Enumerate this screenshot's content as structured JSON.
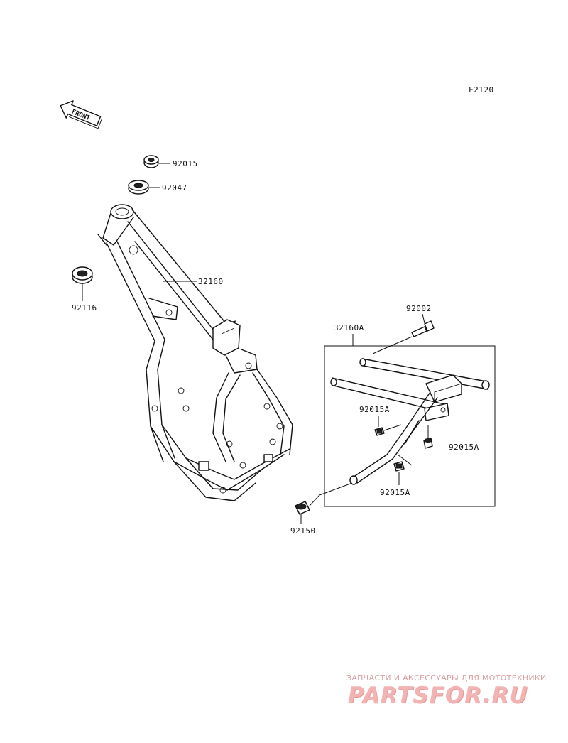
{
  "figure_code": "F2120",
  "direction_label": "FRONT",
  "parts": {
    "nut": "92015",
    "washer_top": "92047",
    "bushing": "92116",
    "frame": "32160",
    "subframe": "32160A",
    "bolt_top": "92002",
    "bolt_a_left": "92015A",
    "bolt_a_right": "92015A",
    "bolt_a_bottom": "92015A",
    "bolt_lower": "92150"
  },
  "watermark": {
    "tagline": "ЗАПЧАСТИ И АКСЕССУАРЫ ДЛЯ МОТОТЕХНИКИ",
    "logo": "PARTSFOR.RU"
  }
}
